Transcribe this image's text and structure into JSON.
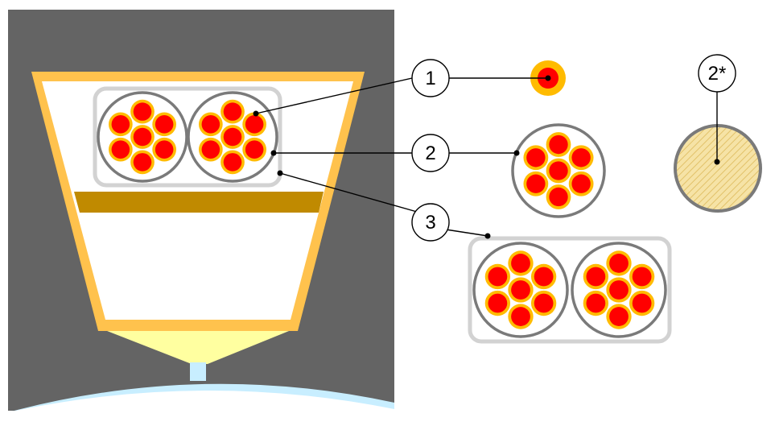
{
  "callouts": {
    "c1": "1",
    "c2": "2",
    "c3": "3",
    "c2star": "2*"
  },
  "colors": {
    "background_panel": "#646464",
    "frame_outline": "#FFC24D",
    "frame_fill": "#FFFFFF",
    "band": "#C08A00",
    "nozzle": "#FFFFA0",
    "substrate": "#C8EEFF",
    "conductor_core": "#FF0000",
    "insulation": "#FFBB00",
    "strand_outline": "#7A7A7A",
    "bundle_outline": "#D2D2D2",
    "hatched_fill": "#F6E3A6",
    "leader_line": "#000000"
  },
  "icons": {
    "single_wire": "insulated-conductor-icon",
    "strand": "seven-wire-strand-icon",
    "bundle": "twin-strand-bundle-icon",
    "homogenized": "hatched-equivalent-strand-icon"
  }
}
